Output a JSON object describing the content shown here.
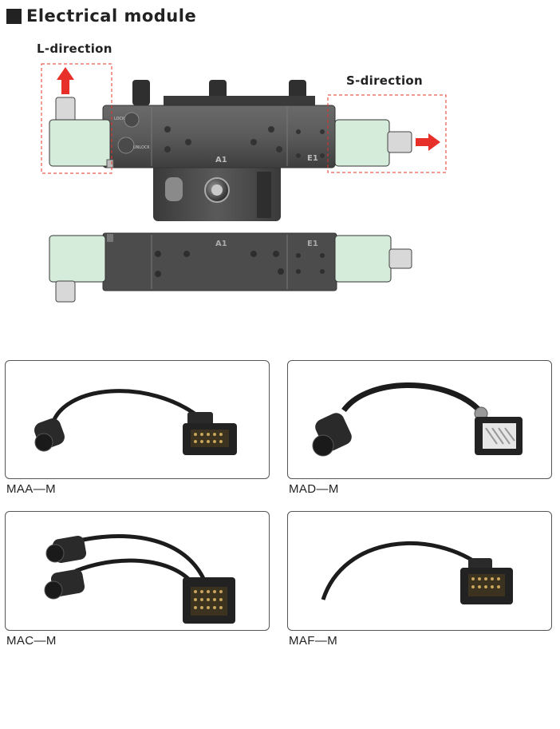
{
  "heading": {
    "title": "Electrical module"
  },
  "diagram": {
    "l_direction": "L-direction",
    "s_direction": "S-direction",
    "module_label_top": "A1",
    "module_label_bottom": "A1",
    "e1_label_top": "E1",
    "e1_label_bottom": "E1",
    "lock_text": "LOCK",
    "unlock_text": "UNLOCK",
    "accent_color": "#e8302a",
    "cover_color": "#d4ecd9"
  },
  "products": [
    {
      "caption": "MAA—M"
    },
    {
      "caption": "MAD—M"
    },
    {
      "caption": "MAC—M"
    },
    {
      "caption": "MAF—M"
    }
  ]
}
